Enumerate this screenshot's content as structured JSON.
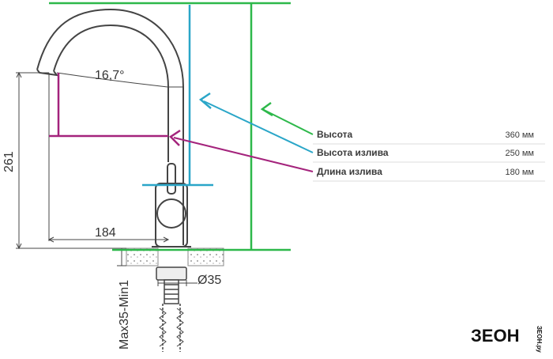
{
  "dimensions": {
    "angle": "16,7°",
    "height_left": "261",
    "reach": "184",
    "hole_diameter": "Ø35",
    "countertop": "Max35-Min1"
  },
  "spec_table": [
    {
      "label": "Высота",
      "value": "360 мм",
      "color": "#2db84a"
    },
    {
      "label": "Высота излива",
      "value": "250 мм",
      "color": "#2aa6c8"
    },
    {
      "label": "Длина излива",
      "value": "180 мм",
      "color": "#a4237c"
    }
  ],
  "logo": {
    "main": "ЗЕОН",
    "sub": "ЗЕОН.ру"
  },
  "colors": {
    "green": "#2db84a",
    "cyan": "#2aa6c8",
    "magenta": "#a4237c",
    "line": "#333333"
  }
}
